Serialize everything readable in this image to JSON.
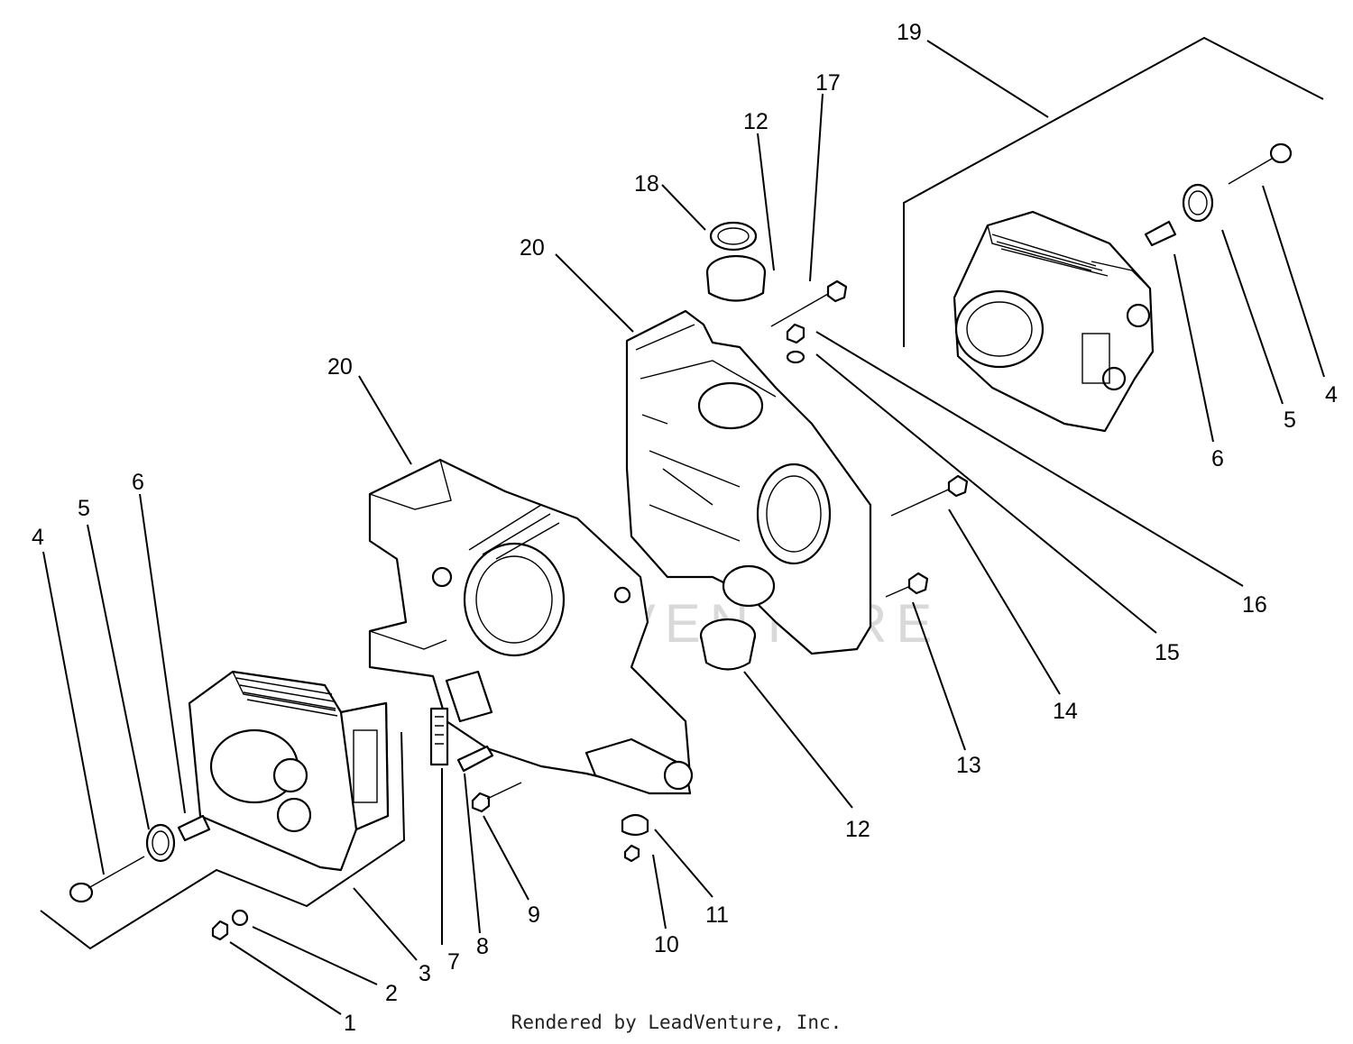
{
  "watermark": "LEADVENTURE",
  "credit": "Rendered by LeadVenture, Inc.",
  "callouts": {
    "c1": "1",
    "c2": "2",
    "c3": "3",
    "c4_left": "4",
    "c5_left": "5",
    "c6_left": "6",
    "c7": "7",
    "c8": "8",
    "c9": "9",
    "c10": "10",
    "c11": "11",
    "c12_bottom": "12",
    "c13": "13",
    "c14": "14",
    "c15": "15",
    "c16": "16",
    "c17": "17",
    "c12_top": "12",
    "c18": "18",
    "c19": "19",
    "c20_left": "20",
    "c20_right": "20",
    "c4_right": "4",
    "c5_right": "5",
    "c6_right": "6"
  }
}
